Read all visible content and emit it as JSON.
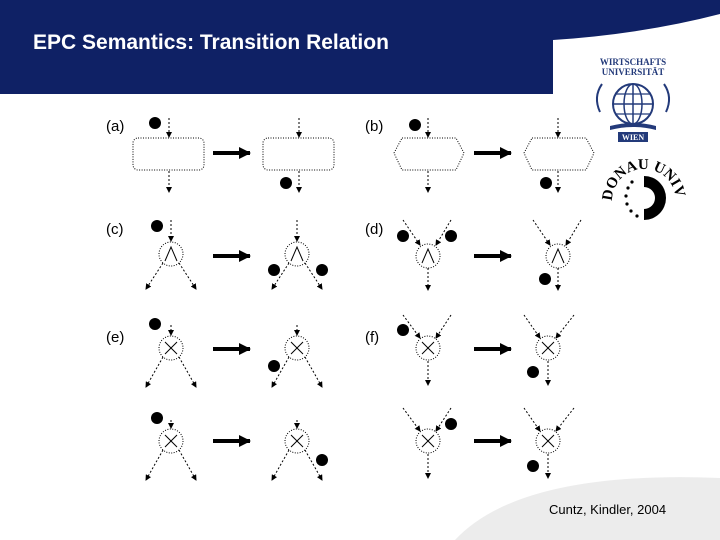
{
  "header": {
    "title": "EPC Semantics: Transition Relation"
  },
  "panels": [
    {
      "id": "a",
      "label": "(a)"
    },
    {
      "id": "b",
      "label": "(b)"
    },
    {
      "id": "c",
      "label": "(c)"
    },
    {
      "id": "d",
      "label": "(d)"
    },
    {
      "id": "e",
      "label": "(e)"
    },
    {
      "id": "f",
      "label": "(f)"
    }
  ],
  "logos": {
    "wu": {
      "line1": "WIRTSCHAFTS",
      "line2": "UNIVERSITÄT",
      "line3": "WIEN"
    },
    "donau": {
      "text": "DONAU UNIVERSITÄT KREMS"
    }
  },
  "footer": {
    "citation": "Cuntz, Kindler, 2004"
  },
  "colors": {
    "header": "#0f2165",
    "accent": "#233a7a",
    "swoosh": "#e6e6e6"
  }
}
